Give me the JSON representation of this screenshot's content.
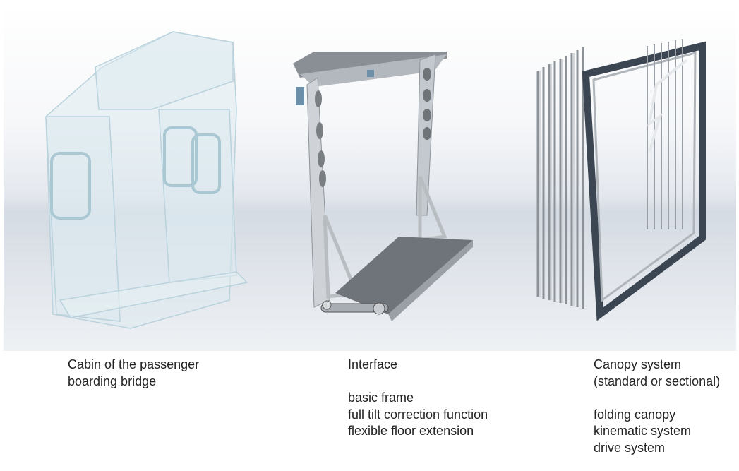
{
  "panels": [
    {
      "id": "cabin",
      "title_lines": [
        "Cabin of the passenger",
        "boarding bridge"
      ],
      "items": []
    },
    {
      "id": "interface",
      "title_lines": [
        "Interface"
      ],
      "items": [
        "basic frame",
        "full tilt correction function",
        "flexible floor extension"
      ]
    },
    {
      "id": "canopy",
      "title_lines": [
        "Canopy system",
        "(standard or sectional)"
      ],
      "items": [
        "folding canopy",
        "kinematic system",
        "drive system"
      ]
    }
  ]
}
